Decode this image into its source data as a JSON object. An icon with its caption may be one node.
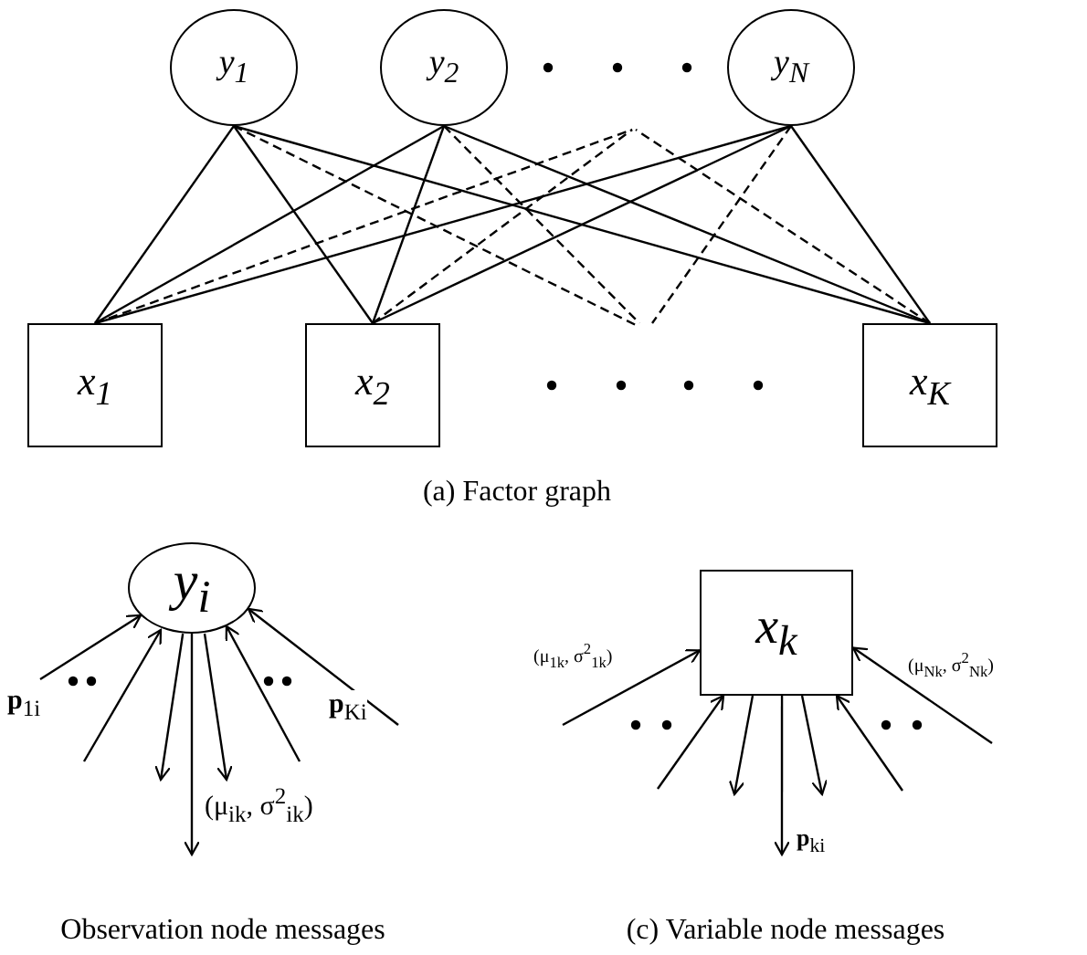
{
  "diagram": {
    "nodes": [
      {
        "text": [
          "y$_{1}$"
        ]
      },
      {
        "text": [
          "y$_{2}$"
        ]
      },
      {
        "text": [
          "y$_{N}$"
        ]
      },
      {
        "text": [
          "x$_{1}$"
        ]
      },
      {
        "text": [
          "x$_{2}$"
        ]
      },
      {
        "text": [
          "x$_{K}$"
        ]
      },
      {
        "text": [
          "y$_{i}$"
        ]
      },
      {
        "text": [
          "x$_{k}$"
        ]
      }
    ],
    "edges": [
      {
        "from": 0,
        "to": 3,
        "arrow": "none"
      },
      {
        "from": 0,
        "to": 4,
        "arrow": "none"
      },
      {
        "from": 0,
        "to": 5,
        "arrow": "none"
      },
      {
        "from": 0,
        "to": null,
        "arrow": "none",
        "style": "dashed"
      },
      {
        "from": 1,
        "to": 3,
        "arrow": "none"
      },
      {
        "from": 1,
        "to": 4,
        "arrow": "none"
      },
      {
        "from": 1,
        "to": 5,
        "arrow": "none"
      },
      {
        "from": 1,
        "to": null,
        "arrow": "none",
        "style": "dashed"
      },
      {
        "from": 2,
        "to": 3,
        "arrow": "none"
      },
      {
        "from": 2,
        "to": 4,
        "arrow": "none"
      },
      {
        "from": 2,
        "to": 5,
        "arrow": "none"
      },
      {
        "from": 2,
        "to": null,
        "arrow": "none",
        "style": "dashed"
      },
      {
        "from": 3,
        "to": null,
        "arrow": "none",
        "style": "dashed"
      },
      {
        "from": 4,
        "to": null,
        "arrow": "none",
        "style": "dashed"
      },
      {
        "from": 5,
        "to": null,
        "arrow": "none",
        "style": "dashed"
      },
      {
        "from": null,
        "to": 6,
        "arrow": "to",
        "label": "**p**$_{1i}$"
      },
      {
        "from": null,
        "to": 6,
        "arrow": "to"
      },
      {
        "from": 6,
        "to": null,
        "arrow": "to"
      },
      {
        "from": 6,
        "to": null,
        "arrow": "to",
        "label": "(μ$_{ik}$, σ$^{2}$$_{ik}$)"
      },
      {
        "from": 6,
        "to": null,
        "arrow": "to"
      },
      {
        "from": null,
        "to": 6,
        "arrow": "to"
      },
      {
        "from": null,
        "to": 6,
        "arrow": "to",
        "label": "**p**$_{Ki}$"
      },
      {
        "from": null,
        "to": 7,
        "arrow": "to",
        "label": "(μ$_{1k}$, σ$^{2}$$_{1k}$)"
      },
      {
        "from": null,
        "to": 7,
        "arrow": "to"
      },
      {
        "from": 7,
        "to": null,
        "arrow": "to"
      },
      {
        "from": 7,
        "to": null,
        "arrow": "to",
        "label": "**p**$_{ki}$"
      },
      {
        "from": 7,
        "to": null,
        "arrow": "to"
      },
      {
        "from": null,
        "to": 7,
        "arrow": "to"
      },
      {
        "from": null,
        "to": 7,
        "arrow": "to",
        "label": "(μ$_{Nk}$, σ$^{2}$$_{Nk}$)"
      }
    ],
    "labels": [
      "(a) Factor graph",
      "Observation node messages",
      "(c) Variable node messages"
    ]
  }
}
